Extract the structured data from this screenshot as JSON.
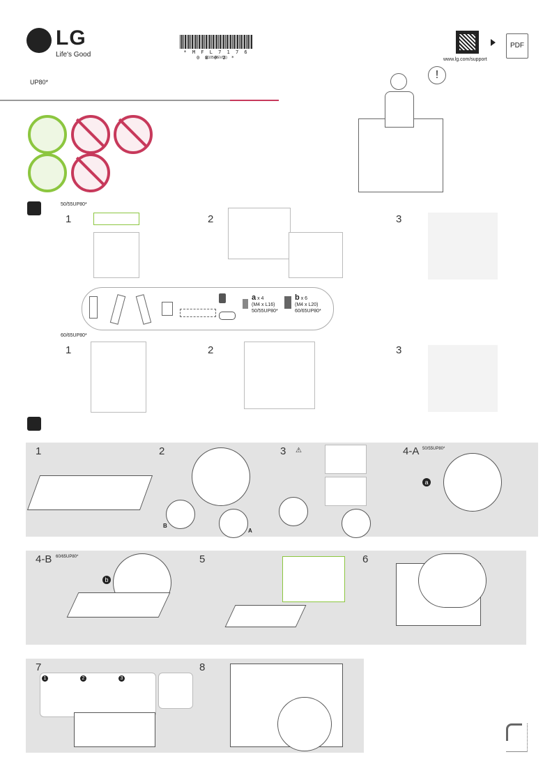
{
  "brand": {
    "logo": "LG",
    "tagline": "Life's Good"
  },
  "document": {
    "model": "UP80*",
    "barcode": "* M F L 7 1 7 6 0 8 0 2 *",
    "barcode_rev": "(2105-REV01)",
    "support_url": "www.lg.com/support",
    "pdf_label": "PDF"
  },
  "unboxing": {
    "label_small": "50/55UP80*",
    "label_large": "60/65UP80*",
    "steps": [
      "1",
      "2",
      "3"
    ]
  },
  "parts": {
    "a_count": "x 4",
    "a_spec": "(M4 x L16)",
    "a_models": "50/55UP80*",
    "b_count": "x 6",
    "b_spec": "(M4 x L20)",
    "b_models": "60/65UP80*"
  },
  "assembly": {
    "steps": [
      "1",
      "2",
      "3",
      "4-A",
      "4-B",
      "5",
      "6",
      "7",
      "8"
    ],
    "step4a_model": "50/55UP80*",
    "step4b_model": "60/65UP80*",
    "callouts": [
      "A",
      "B"
    ],
    "screw_a": "a",
    "screw_b": "b",
    "sub_steps": [
      "1",
      "2",
      "3"
    ]
  }
}
